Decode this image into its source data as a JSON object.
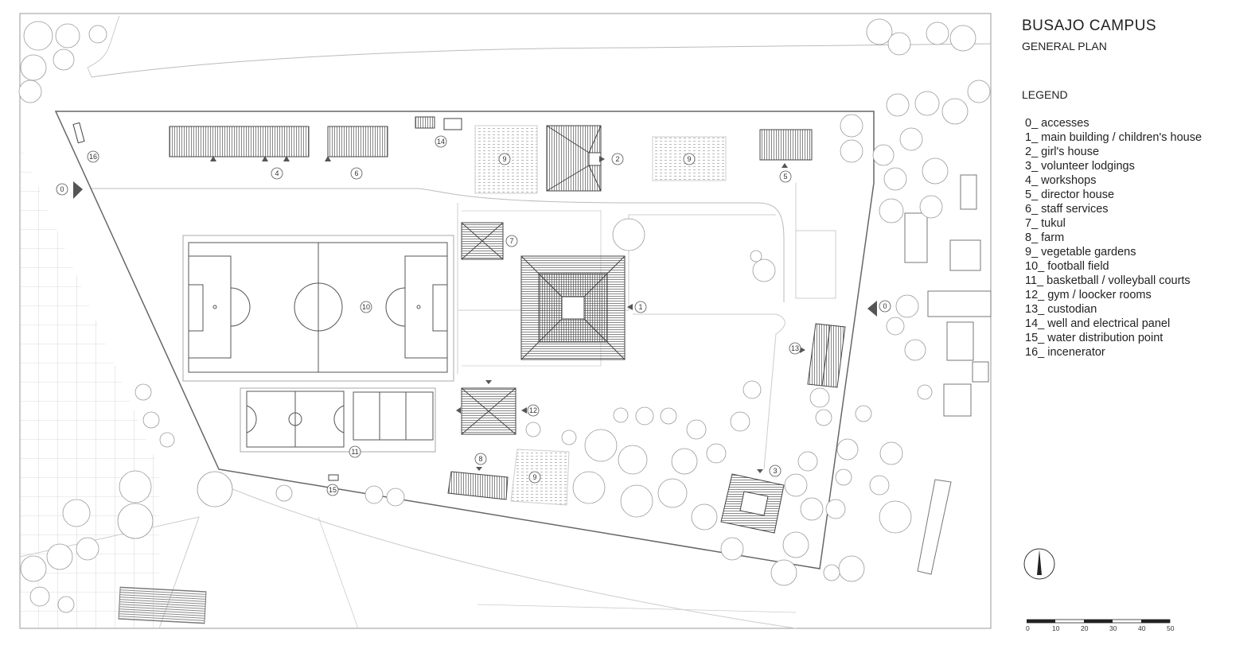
{
  "title": "BUSAJO CAMPUS",
  "subtitle": "GENERAL PLAN",
  "legend": {
    "heading": "LEGEND",
    "items": [
      {
        "num": "0",
        "label": "0_ accesses"
      },
      {
        "num": "1",
        "label": "1_ main building / children's house"
      },
      {
        "num": "2",
        "label": "2_ girl's house"
      },
      {
        "num": "3",
        "label": "3_ volunteer lodgings"
      },
      {
        "num": "4",
        "label": "4_ workshops"
      },
      {
        "num": "5",
        "label": "5_ director house"
      },
      {
        "num": "6",
        "label": "6_ staff services"
      },
      {
        "num": "7",
        "label": "7_ tukul"
      },
      {
        "num": "8",
        "label": "8_ farm"
      },
      {
        "num": "9",
        "label": "9_ vegetable gardens"
      },
      {
        "num": "10",
        "label": "10_ football field"
      },
      {
        "num": "11",
        "label": "11_ basketball / volleyball courts"
      },
      {
        "num": "12",
        "label": "12_ gym / loocker rooms"
      },
      {
        "num": "13",
        "label": "13_ custodian"
      },
      {
        "num": "14",
        "label": "14_ well and electrical panel"
      },
      {
        "num": "15",
        "label": "15_ water distribution point"
      },
      {
        "num": "16",
        "label": "16_ incenerator"
      }
    ]
  },
  "scale_bar": {
    "ticks": [
      "0",
      "10",
      "20",
      "30",
      "40",
      "50"
    ]
  },
  "map_labels": {
    "access_west": "0",
    "access_east": "0",
    "main_building": "1",
    "girls_house": "2",
    "volunteer_lodgings": "3",
    "workshops": "4",
    "director_house": "5",
    "staff_services": "6",
    "tukul": "7",
    "farm": "8",
    "garden_a": "9",
    "garden_b": "9",
    "garden_c": "9",
    "football_field": "10",
    "courts": "11",
    "gym": "12",
    "custodian": "13",
    "well": "14",
    "water_point": "15",
    "incinerator": "16"
  },
  "icons": {
    "north_arrow": "north-arrow-icon"
  }
}
